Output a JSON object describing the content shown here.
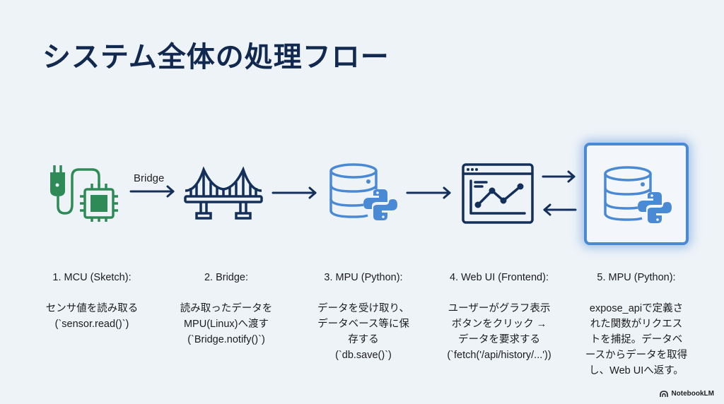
{
  "title": "システム全体の処理フロー",
  "colors": {
    "title": "#12294f",
    "navy": "#14305a",
    "green": "#2e8b57",
    "blue": "#4a8ad4",
    "background": "#eef3f8"
  },
  "arrows": {
    "bridge_label": "Bridge"
  },
  "nodes": [
    {
      "icon": "mcu-chip-plug-icon",
      "highlighted": false
    },
    {
      "icon": "bridge-icon",
      "highlighted": false
    },
    {
      "icon": "database-python-icon",
      "highlighted": false
    },
    {
      "icon": "web-chart-window-icon",
      "highlighted": false
    },
    {
      "icon": "database-python-icon",
      "highlighted": true
    }
  ],
  "steps": [
    {
      "heading": "1. MCU (Sketch):",
      "body": "センサ値を読み取る\n(`sensor.read()`)"
    },
    {
      "heading": "2. Bridge:",
      "body": "読み取ったデータを\nMPU(Linux)へ渡す\n(`Bridge.notify()`)"
    },
    {
      "heading": "3. MPU (Python):",
      "body": "データを受け取り、\nデータベース等に保\n存する\n(`db.save()`)"
    },
    {
      "heading": "4. Web UI (Frontend):",
      "body": "ユーザーがグラフ表示\nボタンをクリック →\nデータを要求する\n(`fetch('/api/history/...'))"
    },
    {
      "heading": "5. MPU (Python):",
      "body": "expose_apiで定義さ\nれた関数がリクエス\nトを捕捉。データベ\nースからデータを取得\nし、Web UIへ返す。"
    }
  ],
  "watermark": "NotebookLM"
}
